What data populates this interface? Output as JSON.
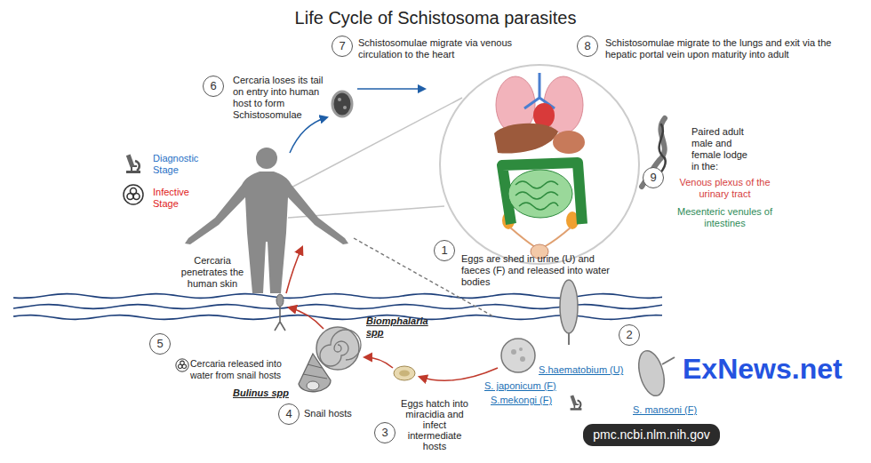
{
  "diagram": {
    "title": "Life Cycle of Schistosoma parasites",
    "nodes": [
      {
        "text": [
          "7"
        ]
      },
      {
        "text": [
          "8"
        ]
      },
      {
        "text": [
          "6"
        ]
      },
      {
        "text": [
          "9"
        ]
      },
      {
        "text": [
          "1"
        ]
      },
      {
        "text": [
          "2"
        ]
      },
      {
        "text": [
          "5"
        ]
      },
      {
        "text": [
          "4"
        ]
      },
      {
        "text": [
          "3"
        ]
      },
      {
        "text": [
          "pmc.ncbi.nlm.nih.gov"
        ]
      }
    ],
    "labels": [
      "Schistosomulae migrate via venous circulation to the heart",
      "Schistosomulae migrate to the lungs and exit via the hepatic portal vein upon maturity into adult",
      "Cercaria loses its tail on entry into human host to form Schistosomulae",
      "Paired adult male and female lodge in the:",
      "Venous plexus of the urinary tract",
      "Mesenteric venules of intestines",
      "Cercaria penetrates the human skin",
      "Eggs are shed in urine (U) and faeces (F) and released into water bodies",
      "S.haematobium (U)",
      "Biomphalaria spp",
      "Cercaria released into water from snail hosts",
      "ExNews.net",
      "S. japonicum (F)",
      "S. mansoni (F)",
      "Bulinus spp",
      "S.mekongi (F)",
      "Snail hosts",
      "Eggs hatch into miracidia and infect intermediate hosts"
    ],
    "legend": [
      {
        "text": "Diagnostic Stage"
      },
      {
        "text": "Infective Stage"
      }
    ]
  }
}
